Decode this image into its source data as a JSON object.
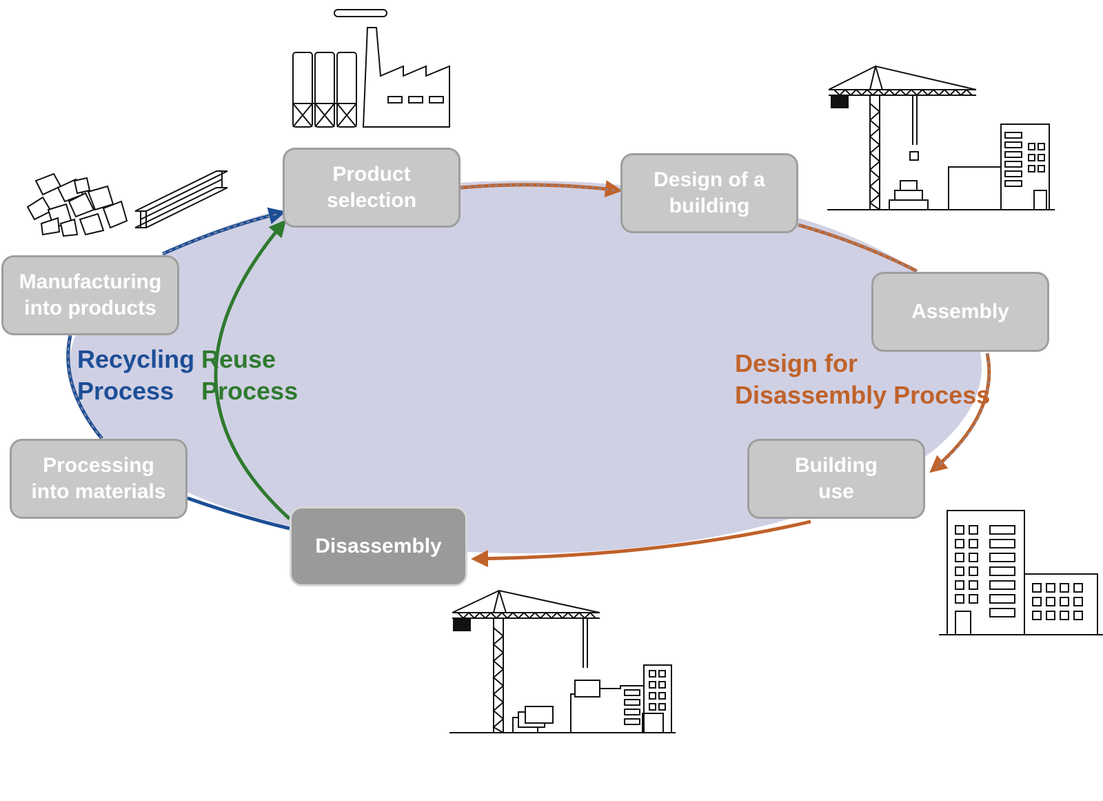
{
  "stages": {
    "product_selection": [
      "Product",
      "selection"
    ],
    "design_of_building": [
      "Design of a",
      "building"
    ],
    "assembly": [
      "Assembly"
    ],
    "building_use": [
      "Building",
      "use"
    ],
    "disassembly": [
      "Disassembly"
    ],
    "processing_into_materials": [
      "Processing",
      "into materials"
    ],
    "manufacturing_into_products": [
      "Manufacturing",
      "into products"
    ]
  },
  "processes": {
    "recycling": [
      "Recycling",
      "Process"
    ],
    "reuse": [
      "Reuse",
      "Process"
    ],
    "design_for_disassembly": [
      "Design for",
      "Disassembly Process"
    ]
  },
  "colors": {
    "cycle_fill": "#d0d0e4",
    "recycling": "#1c4e96",
    "reuse": "#2f7a2f",
    "design_for_disassembly": "#c0622a",
    "box_fill": "#c8c8c8",
    "box_dark_fill": "#9a9a9a"
  },
  "icons": [
    "factory-icon",
    "rubble-icon",
    "steel-beam-icon",
    "crane-building-icon",
    "building-icon",
    "crane-demolition-icon"
  ]
}
